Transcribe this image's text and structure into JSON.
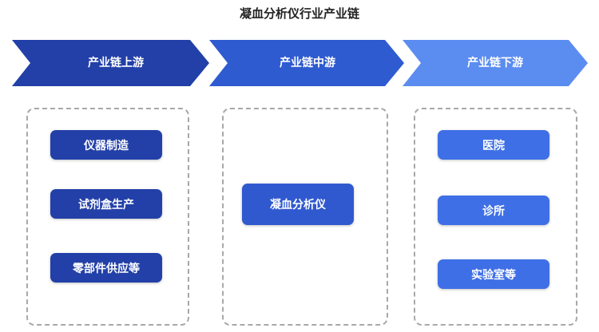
{
  "title": "凝血分析仪行业产业链",
  "colors": {
    "upstream": "#2340a8",
    "midstream": "#2f5bd0",
    "downstream": "#5b8cf0"
  },
  "stages": [
    {
      "label": "产业链上游",
      "items": [
        "仪器制造",
        "试剂盒生产",
        "零部件供应等"
      ]
    },
    {
      "label": "产业链中游",
      "items": [
        "凝血分析仪"
      ]
    },
    {
      "label": "产业链下游",
      "items": [
        "医院",
        "诊所",
        "实验室等"
      ]
    }
  ]
}
